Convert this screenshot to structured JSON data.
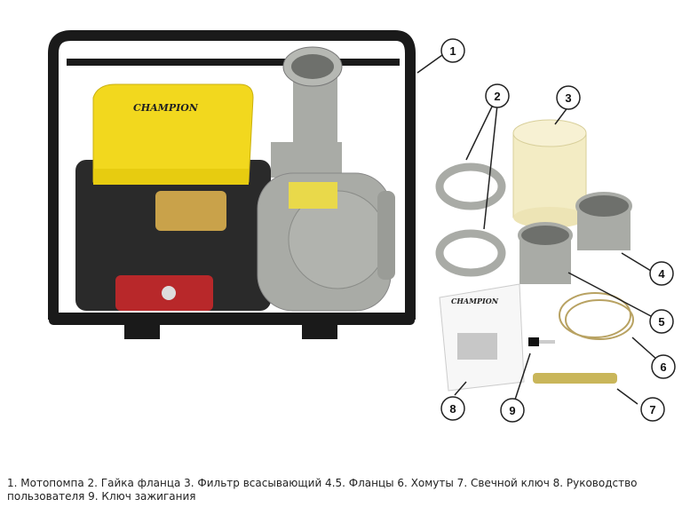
{
  "product": {
    "logo_text": "CHAMPION",
    "manual_logo_text": "CHAMPION"
  },
  "callouts": [
    "1",
    "2",
    "3",
    "4",
    "5",
    "6",
    "7",
    "8",
    "9"
  ],
  "caption": "1. Мотопомпа 2. Гайка фланца 3. Фильтр всасывающий 4.5. Фланцы 6. Хомуты 7. Свечной ключ 8. Руководство пользователя 9. Ключ зажигания",
  "colors": {
    "engine_yellow": "#f2d81e",
    "pump_grey": "#a9aba6",
    "frame_black": "#1a1a1a",
    "filter_cream": "#f3ecc4"
  }
}
